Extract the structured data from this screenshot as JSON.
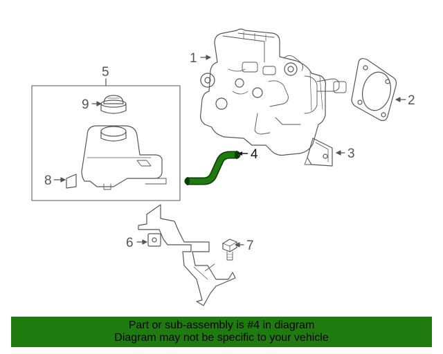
{
  "callouts": {
    "c1": "1",
    "c2": "2",
    "c3": "3",
    "c4": "4",
    "c5": "5",
    "c6": "6",
    "c7": "7",
    "c8": "8",
    "c9": "9"
  },
  "highlight_part": "4",
  "highlight_color": "#1f7a0f",
  "banner": {
    "line1": "Part or sub-assembly is #4 in diagram",
    "line2": "Diagram may not be specific to your vehicle",
    "background": "#1f7a0f"
  }
}
